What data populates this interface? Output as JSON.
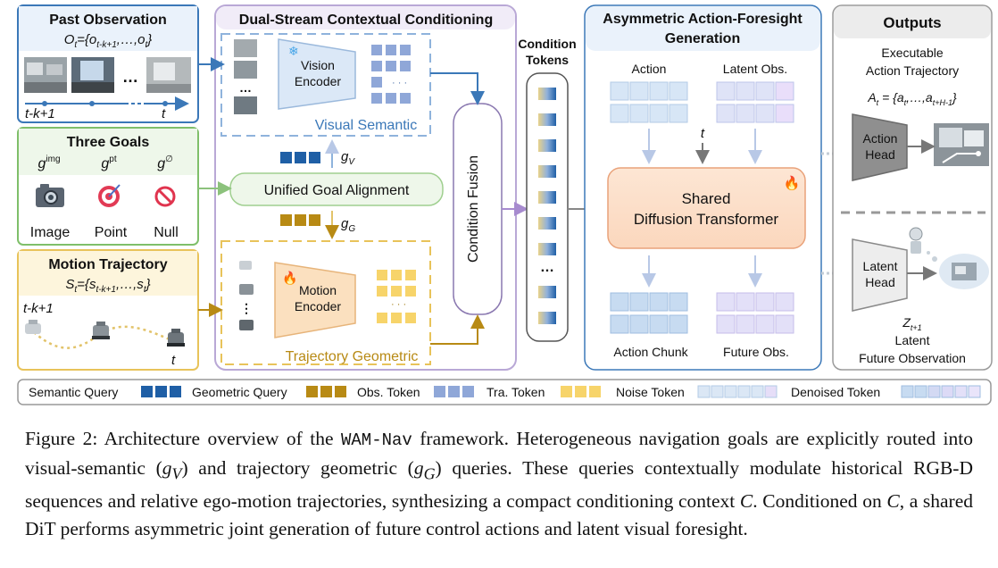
{
  "past_obs": {
    "title": "Past Observation",
    "formula": "O_t = {o_{t-k+1}, …, o_t}",
    "ellipsis": "…",
    "tick_start": "t-k+1",
    "tick_end": "t"
  },
  "goals": {
    "title": "Three Goals",
    "labels": [
      "g^img",
      "g^pt",
      "g^∅"
    ],
    "names": [
      "Image",
      "Point",
      "Null"
    ]
  },
  "motion": {
    "title": "Motion Trajectory",
    "formula": "S_t = {s_{t-k+1}, …, s_t}",
    "tick_start": "t-k+1",
    "tick_end": "t"
  },
  "dual_stream": {
    "title": "Dual-Stream Contextual Conditioning",
    "vision_encoder": "Vision Encoder",
    "visual_semantic": "Visual Semantic",
    "unified_goal": "Unified Goal Alignment",
    "gV": "g_V",
    "gG": "g_G",
    "motion_encoder": "Motion Encoder",
    "trajectory_geometric": "Trajectory Geometric",
    "condition_fusion": "Condition Fusion"
  },
  "condition_tokens": {
    "title": "Condition Tokens",
    "ellipsis": "…"
  },
  "generation": {
    "title_line1": "Asymmetric Action-Foresight",
    "title_line2": "Generation",
    "action": "Action",
    "latent_obs": "Latent Obs.",
    "t": "t",
    "shared_line1": "Shared",
    "shared_line2": "Diffusion Transformer",
    "action_chunk": "Action Chunk",
    "future_obs": "Future Obs."
  },
  "outputs": {
    "title": "Outputs",
    "executable_line1": "Executable",
    "executable_line2": "Action Trajectory",
    "formula": "A_t = {a_t, …, a_{t+H-1}}",
    "action_head_line1": "Action",
    "action_head_line2": "Head",
    "latent_head_line1": "Latent",
    "latent_head_line2": "Head",
    "z": "Z_{t+1}",
    "latent_line1": "Latent",
    "latent_line2": "Future Observation"
  },
  "legend": [
    {
      "label": "Semantic Query"
    },
    {
      "label": "Geometric Query"
    },
    {
      "label": "Obs. Token"
    },
    {
      "label": "Tra. Token"
    },
    {
      "label": "Noise Token"
    },
    {
      "label": "Denoised Token"
    }
  ],
  "colors": {
    "semantic": "#1f5fa6",
    "geometric": "#b88a14",
    "obs": "#8fa7d8",
    "tra": "#f7d46a",
    "blue_border": "#3b78b8",
    "green_border": "#7fbf6a",
    "yellow_border": "#e8c35a",
    "purple_border": "#b9a8d6",
    "dit_fill": "#fbe0cc",
    "dit_border": "#e9a27a"
  },
  "caption": {
    "p1": "Figure 2: Architecture overview of the ",
    "name": "WAM-Nav",
    "p2": " framework. Heterogeneous navigation goals are explicitly routed into visual-semantic (",
    "gv": "g",
    "gv_sub": "V",
    "p3": ") and trajectory geometric (",
    "gg": "g",
    "gg_sub": "G",
    "p4": ") queries. These queries contextually modulate historical RGB-D sequences and relative ego-motion trajectories, synthesizing a compact conditioning context ",
    "c1": "C",
    "p5": ". Conditioned on ",
    "c2": "C",
    "p6": ", a shared DiT performs asymmetric joint generation of future control actions and latent visual foresight."
  }
}
